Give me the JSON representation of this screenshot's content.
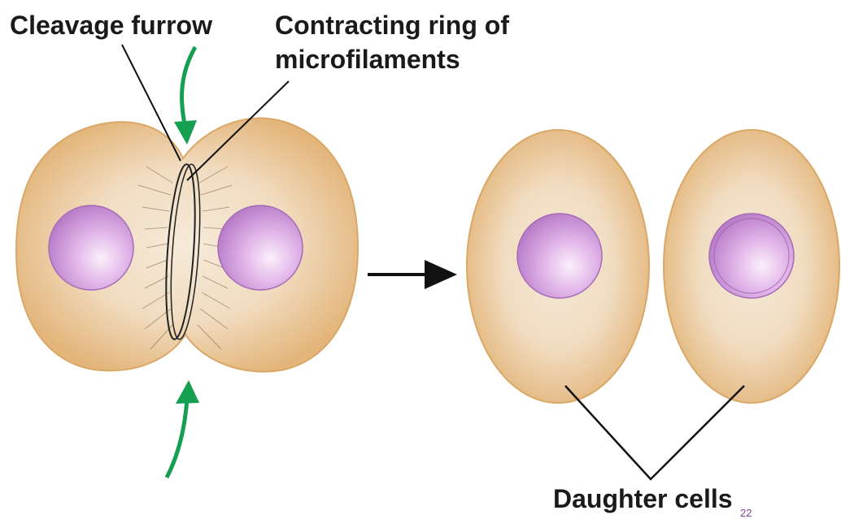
{
  "labels": {
    "cleavage_furrow": "Cleavage furrow",
    "ring_line1": "Contracting ring of",
    "ring_line2": "microfilaments",
    "daughter_cells": "Daughter cells",
    "page_number": "22"
  },
  "colors": {
    "cell_fill": "#e9c28a",
    "cell_inner": "#f6e6cf",
    "nucleus": "#c98fd6",
    "nucleus_highlight": "#f7e8f8",
    "arrow_green": "#14a050",
    "line_black": "#111111"
  }
}
